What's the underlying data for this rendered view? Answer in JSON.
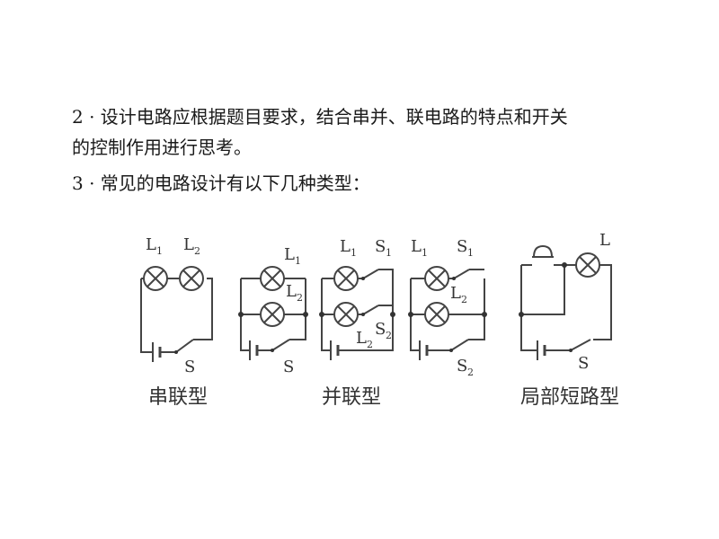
{
  "text": {
    "line1": "2 · 设计电路应根据题目要求，结合串并、联电路的特点和开关",
    "line2": "的控制作用进行思考。",
    "line3": "3 · 常见的电路设计有以下几种类型："
  },
  "diagram": {
    "labels": {
      "L": "L",
      "S": "S",
      "sub1": "1",
      "sub2": "2"
    },
    "captions": {
      "series": "串联型",
      "parallel": "并联型",
      "short": "局部短路型"
    }
  }
}
